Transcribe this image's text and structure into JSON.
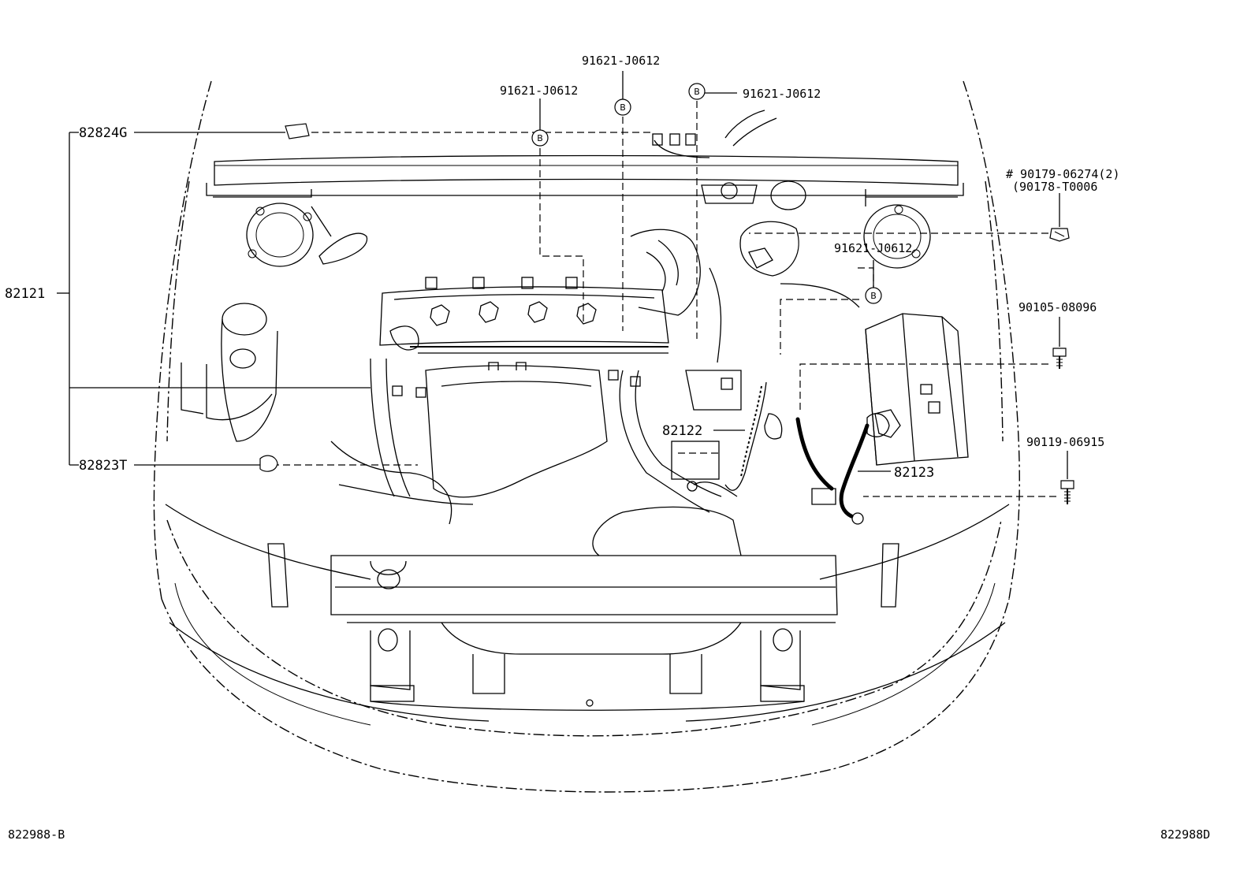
{
  "diagram": {
    "callouts": {
      "p82824G": "82824G",
      "p82121": "82121",
      "p82823T": "82823T",
      "p82122": "82122",
      "p82123": "82123",
      "bolt_a_line1": "# 90179-06274(2)",
      "bolt_a_line2": "(90178-T0006",
      "bolt_b": "90105-08096",
      "bolt_c": "90119-06915",
      "clamp_top": "91621-J0612",
      "clamp_left": "91621-J0612",
      "clamp_right": "91621-J0612",
      "clamp_mid": "91621-J0612"
    },
    "clip_marker": "B",
    "footer": {
      "left_code": "822988-B",
      "right_code": "822988D"
    }
  }
}
